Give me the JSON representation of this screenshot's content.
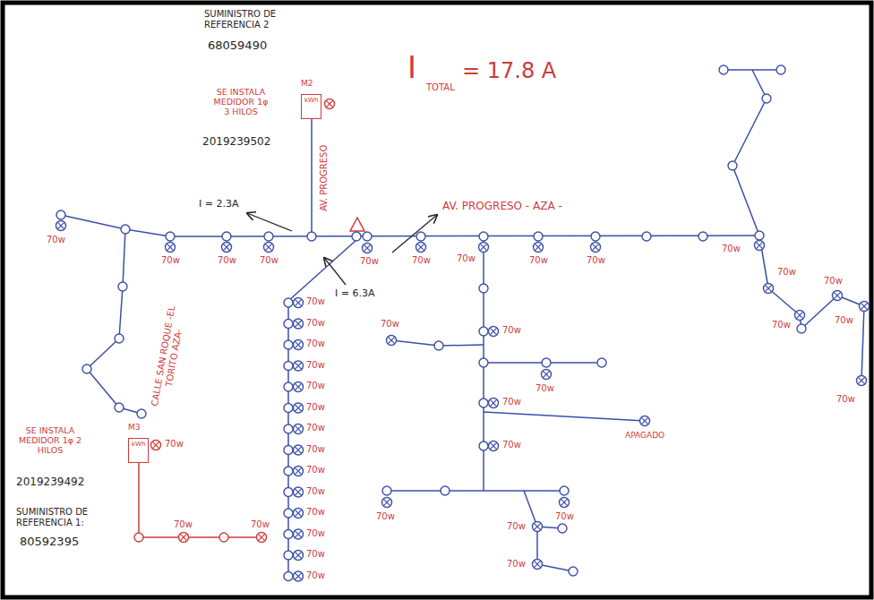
{
  "diagram": {
    "nodes": [
      {
        "text": [
          "M2",
          "kWh"
        ]
      },
      {
        "text": [
          "M3",
          "kWh"
        ]
      }
    ],
    "labels": [
      "SUMINISTRO DE REFERENCIA 2",
      "68059490",
      "SE INSTALA MEDIDOR 1φ 3 HILOS",
      "2019239502",
      "AV. PROGRESO",
      "I",
      "TOTAL",
      "= 17.8 A",
      "I = 2.3A",
      "I = 6.3A",
      "AV. PROGRESO - AZA -",
      "CALLE SAN ROQUE -EL TORITO AZA-",
      "SE INSTALA MEDIDOR 1φ 2 HILOS",
      "2019239492",
      "SUMINISTRO DE REFERENCIA 1:",
      "80592395",
      "APAGADO",
      "70w",
      "70w",
      "70w",
      "70w",
      "70w",
      "70w",
      "70w",
      "70w",
      "70w",
      "70w",
      "70w",
      "70w",
      "70w",
      "70w",
      "70w",
      "70w",
      "70w",
      "70w",
      "70w",
      "70w",
      "70w",
      "70w",
      "70w",
      "70w",
      "70w",
      "70w",
      "70w",
      "70w",
      "70w",
      "70w",
      "70w",
      "70w",
      "70w",
      "70w",
      "70w",
      "70w",
      "70w",
      "70w",
      "70w",
      "70w",
      "70w"
    ]
  }
}
